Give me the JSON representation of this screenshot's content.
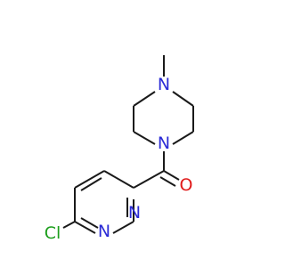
{
  "molecule": {
    "atoms": [
      {
        "id": "methyl-N",
        "symbol": "N",
        "color": "#2b2bd6"
      },
      {
        "id": "amide-N",
        "symbol": "N",
        "color": "#2b2bd6"
      },
      {
        "id": "carbonyl-O",
        "symbol": "O",
        "color": "#e01a1a"
      },
      {
        "id": "ring-N2",
        "symbol": "N",
        "color": "#2b2bd6"
      },
      {
        "id": "ring-N1",
        "symbol": "N",
        "color": "#2b2bd6"
      },
      {
        "id": "chloro",
        "symbol": "Cl",
        "color": "#1c9e1c"
      }
    ],
    "bond_color": "#1a1a1a"
  }
}
